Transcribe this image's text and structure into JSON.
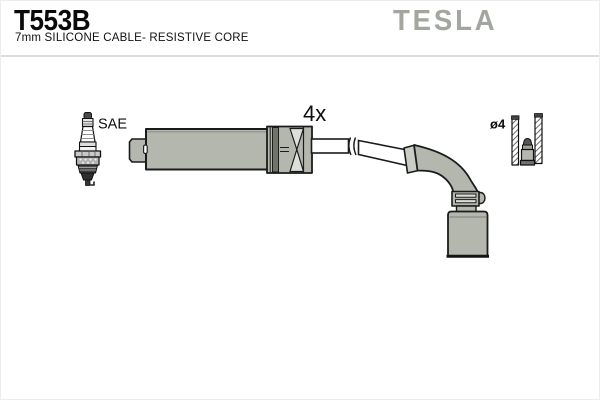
{
  "window": {
    "background": "#ffffff",
    "border_color": "#ededed"
  },
  "header": {
    "part_number": "T553B",
    "description": "7mm SILICONE CABLE- RESISTIVE CORE",
    "brand_logo": "TESLA",
    "brand_color": "#a2a69f",
    "divider_color": "#dcdcdc"
  },
  "annotations": {
    "quantity": "4x",
    "plug_standard": "SAE",
    "terminal_diameter": "ø4"
  },
  "colors": {
    "part_fill": "#b3b7ae",
    "part_fill_light": "#c9cdc3",
    "part_fill_pale": "#dde0d8",
    "part_fill_dark": "#70756c",
    "outline": "#1b1b1b",
    "metal_light": "#e8e8e8",
    "metal_mid": "#c9c9c9",
    "metal_dark": "#3f3f3f"
  }
}
